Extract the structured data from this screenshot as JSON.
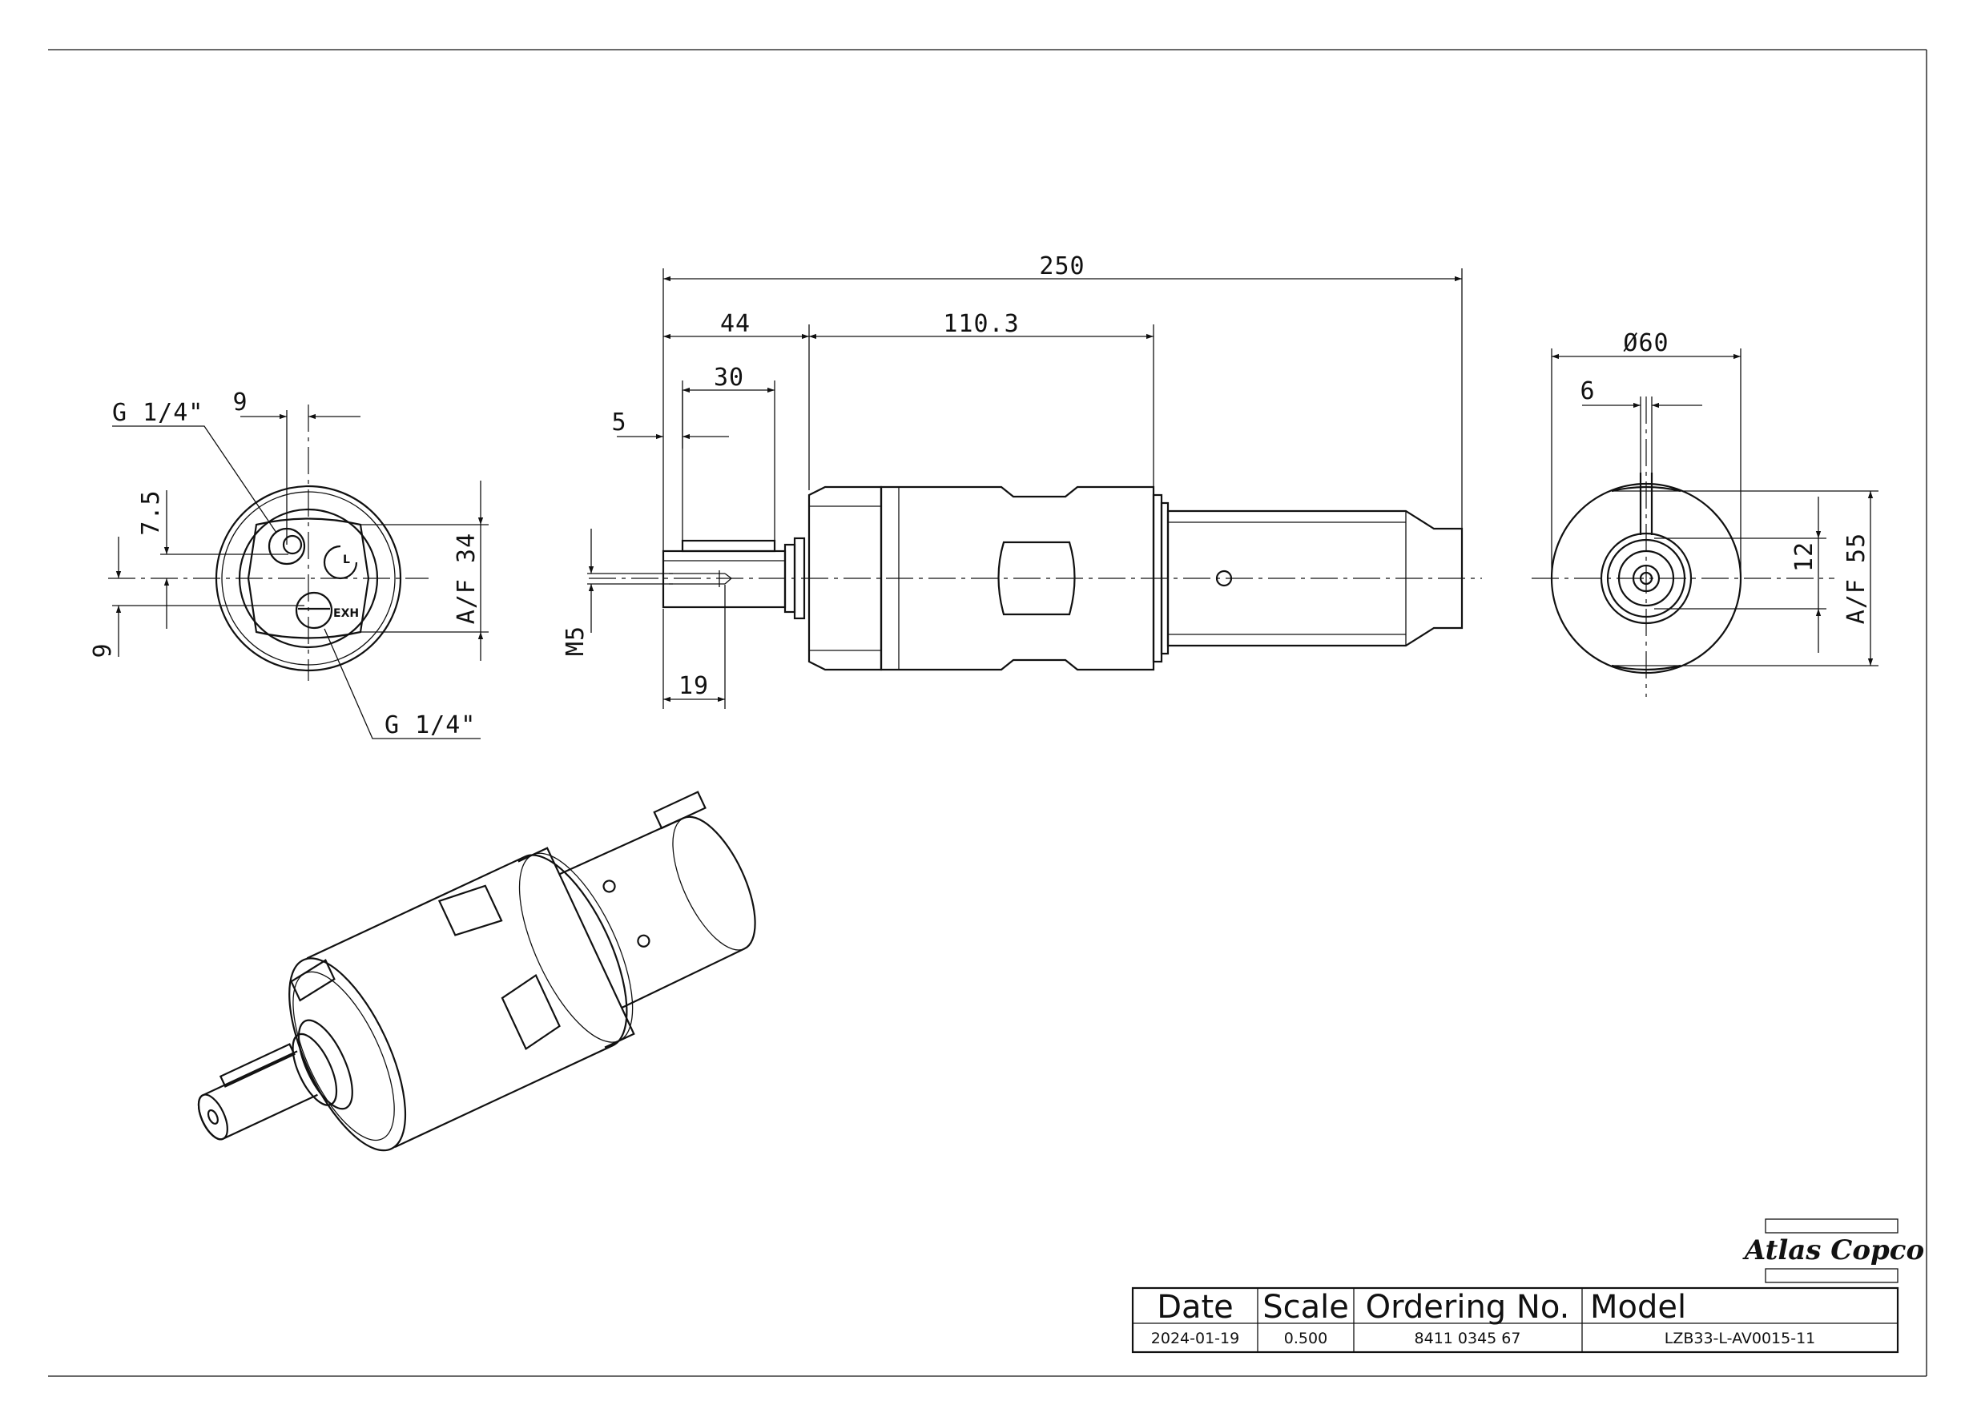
{
  "dimensions": {
    "overall_length": "250",
    "front_length": "44",
    "body_length": "110.3",
    "key_length": "30",
    "shaft_offset": "5",
    "thread": "M5",
    "thread_depth": "19",
    "diameter": "Ø60",
    "key_width": "6",
    "key_height": "12",
    "af_large": "A/F 55",
    "af_small": "A/F 34",
    "port_spacing": "9",
    "port_offset_vertical": "7.5",
    "port_offset_lower": "9",
    "inlet_thread": "G 1/4\"",
    "exhaust_thread": "G 1/4\""
  },
  "end_view_labels": {
    "exhaust": "EXH",
    "inlet_symbol": "L"
  },
  "title_block": {
    "headers": [
      "Date",
      "Scale",
      "Ordering No.",
      "Model"
    ],
    "values": [
      "2024-01-19",
      "0.500",
      "8411 0345 67",
      "LZB33-L-AV0015-11"
    ],
    "logo": "Atlas Copco"
  }
}
